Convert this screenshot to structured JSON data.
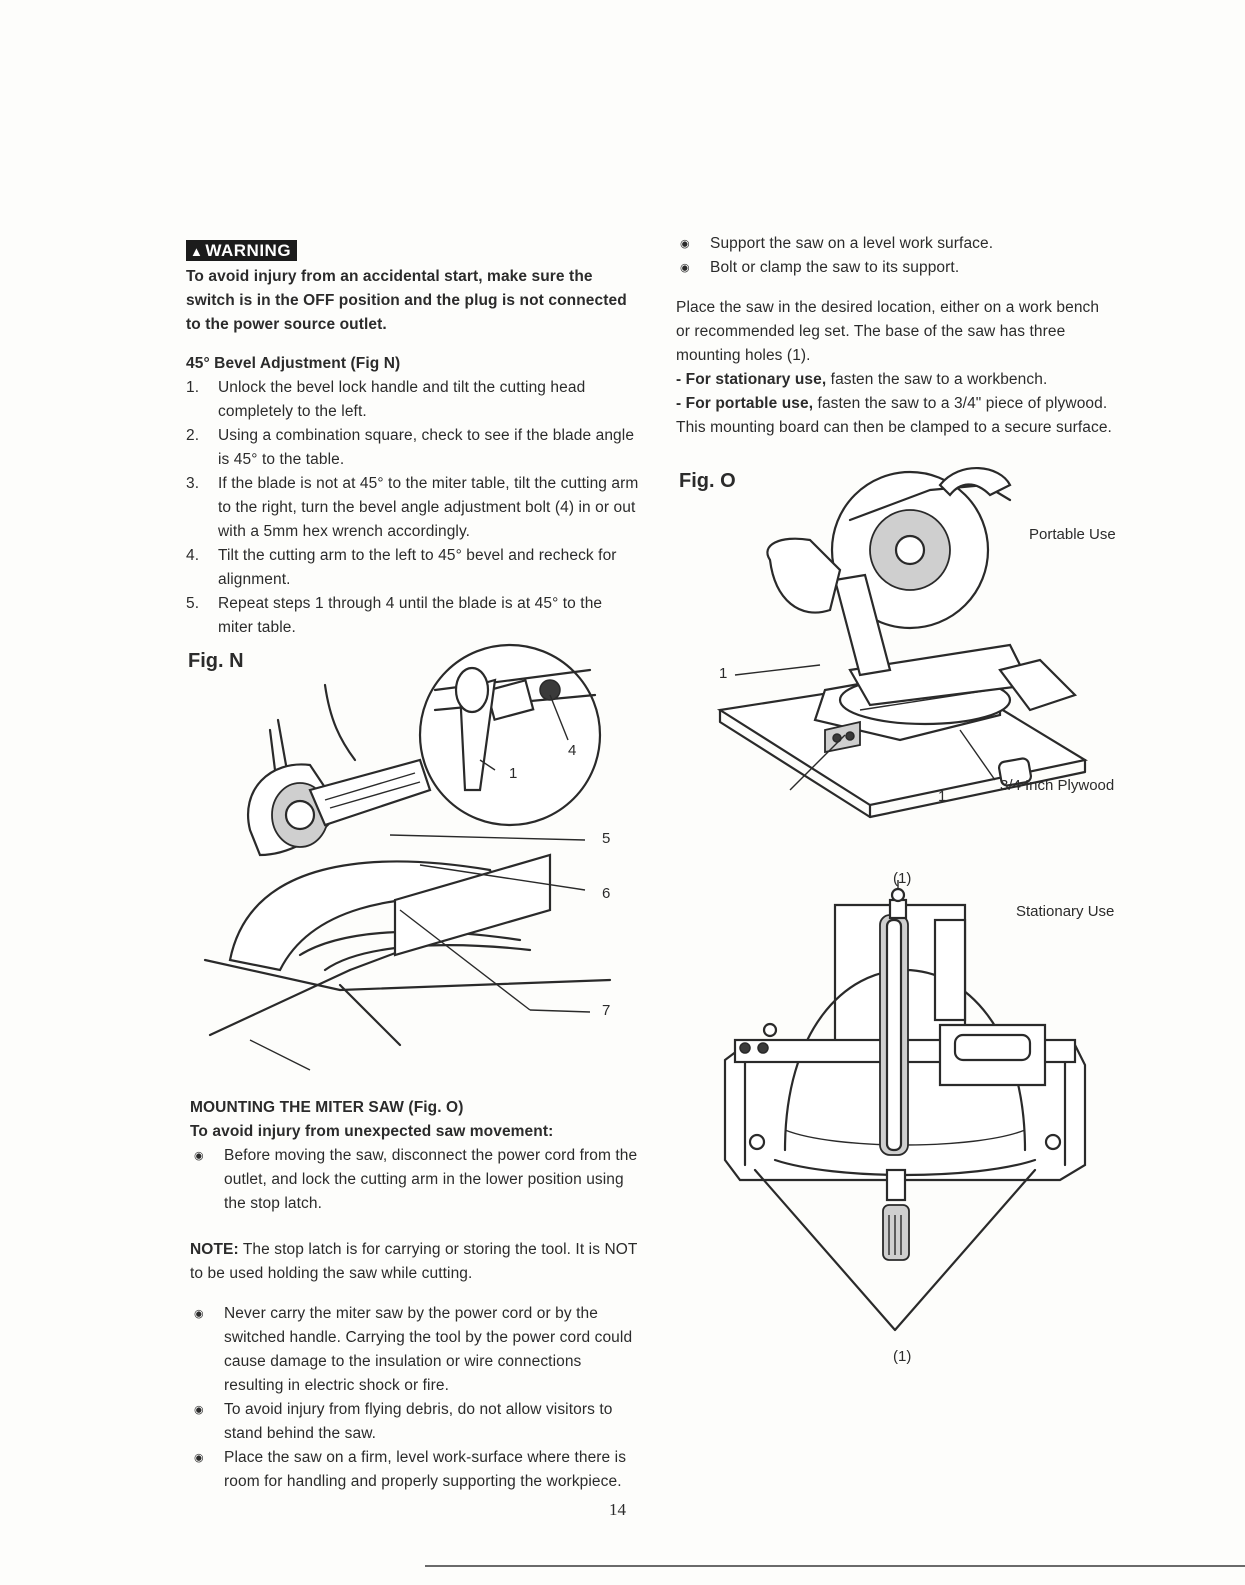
{
  "warning": {
    "badge": "WARNING",
    "text": "To avoid injury from an accidental start, make sure the switch is in the OFF position and the plug is not connected to the power source outlet."
  },
  "bevel": {
    "heading": "45° Bevel Adjustment (Fig N)",
    "steps": [
      {
        "num": "1.",
        "text": "Unlock the bevel lock handle and tilt the cutting head completely to the left."
      },
      {
        "num": "2.",
        "text": "Using a combination square, check to see if the blade angle is 45° to the table."
      },
      {
        "num": "3.",
        "text": "If the blade is not at 45° to the miter table, tilt the cutting arm to the right, turn the bevel angle adjustment bolt (4) in or out with a 5mm hex wrench accordingly."
      },
      {
        "num": "4.",
        "text": "Tilt the cutting arm to the left to 45° bevel and recheck for alignment."
      },
      {
        "num": "5.",
        "text": "Repeat steps 1 through 4 until the blade is at 45° to the miter table."
      }
    ]
  },
  "fig_n": {
    "label": "Fig. N",
    "callouts": {
      "c1": "1",
      "c4": "4",
      "c5": "5",
      "c6": "6",
      "c7": "7"
    }
  },
  "mounting": {
    "heading": "MOUNTING THE MITER SAW (Fig. O)",
    "subheading": "To avoid injury from unexpected saw movement:",
    "bullets1": [
      "Before moving the saw, disconnect the power cord from the outlet, and lock the cutting arm in the lower position using the stop latch."
    ],
    "note_label": "NOTE:",
    "note_text": "The stop latch is for carrying or storing the tool. It is NOT to be used holding the saw while cutting.",
    "bullets2": [
      "Never carry the miter saw by the power cord or by the switched handle. Carrying the tool by the power cord could cause damage to the insulation or wire connections resulting in electric shock or fire.",
      "To avoid injury from flying debris, do not allow visitors to stand behind the saw.",
      "Place the saw on a firm, level work-surface where there is room for handling and properly supporting the workpiece."
    ]
  },
  "right": {
    "bullets": [
      "Support the saw on a level work surface.",
      "Bolt or clamp the saw to its support."
    ],
    "para": "Place the saw in the desired location, either on a work bench or recommended leg set. The base of the saw has three mounting holes (1).",
    "stationary_label": "- For stationary use,",
    "stationary_text": "fasten the saw to a workbench.",
    "portable_label": "- For portable use,",
    "portable_text": "fasten the saw to a 3/4\" piece of plywood. This mounting board can then be clamped to a secure surface."
  },
  "fig_o": {
    "label": "Fig. O",
    "portable_use": "Portable Use",
    "plywood": "3/4 Inch Plywood",
    "stationary_use": "Stationary Use",
    "c1a": "1",
    "c1b": "1",
    "hole_top": "(1)",
    "hole_bottom": "(1)"
  },
  "page_number": "14"
}
